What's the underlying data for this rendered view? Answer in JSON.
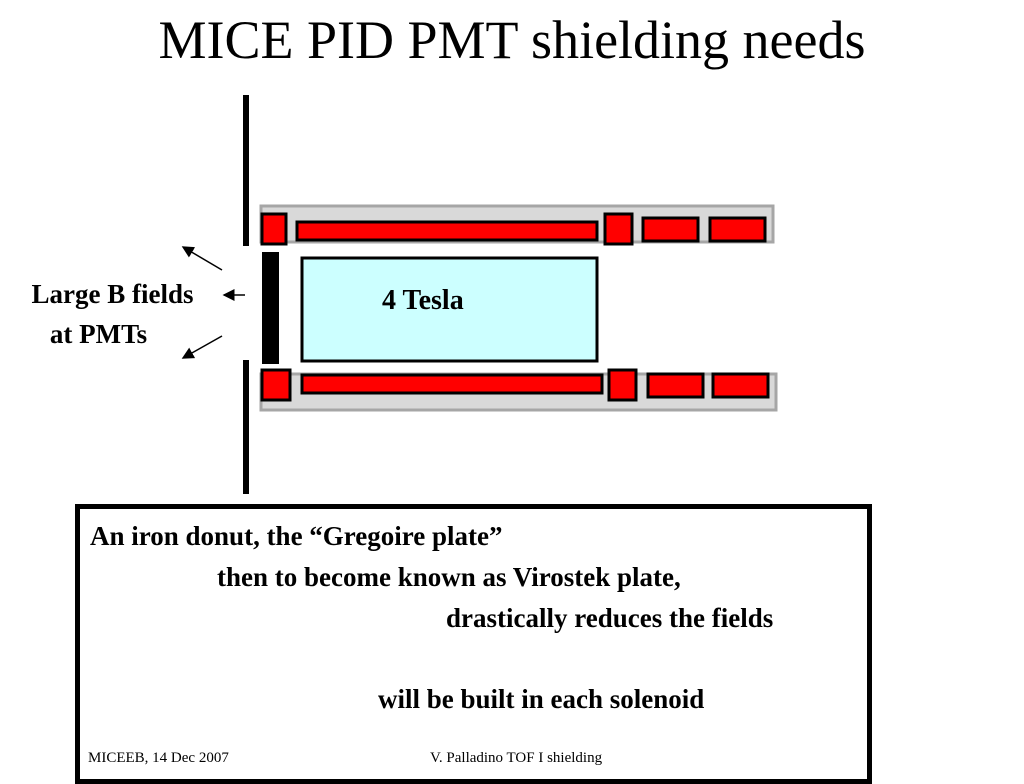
{
  "slide": {
    "title": "MICE PID PMT shielding needs"
  },
  "diagram": {
    "left_label_line1": "Large B fields",
    "left_label_line2": "at PMTs",
    "field_label": "4 Tesla",
    "colors": {
      "coil": "#ff0000",
      "coil_border": "#000000",
      "cryostat": "#d9d9d9",
      "cryostat_border": "#a6a6a6",
      "field_region": "#ccffff",
      "plate": "#000000"
    }
  },
  "textbox": {
    "line1": "An iron donut, the “Gregoire plate”",
    "line2": "then to become known as Virostek plate,",
    "line3": "drastically reduces the fields",
    "line4": "will be built in each solenoid"
  },
  "footer": {
    "left": "MICEEB, 14 Dec 2007",
    "center": "V. Palladino TOF I shielding"
  }
}
